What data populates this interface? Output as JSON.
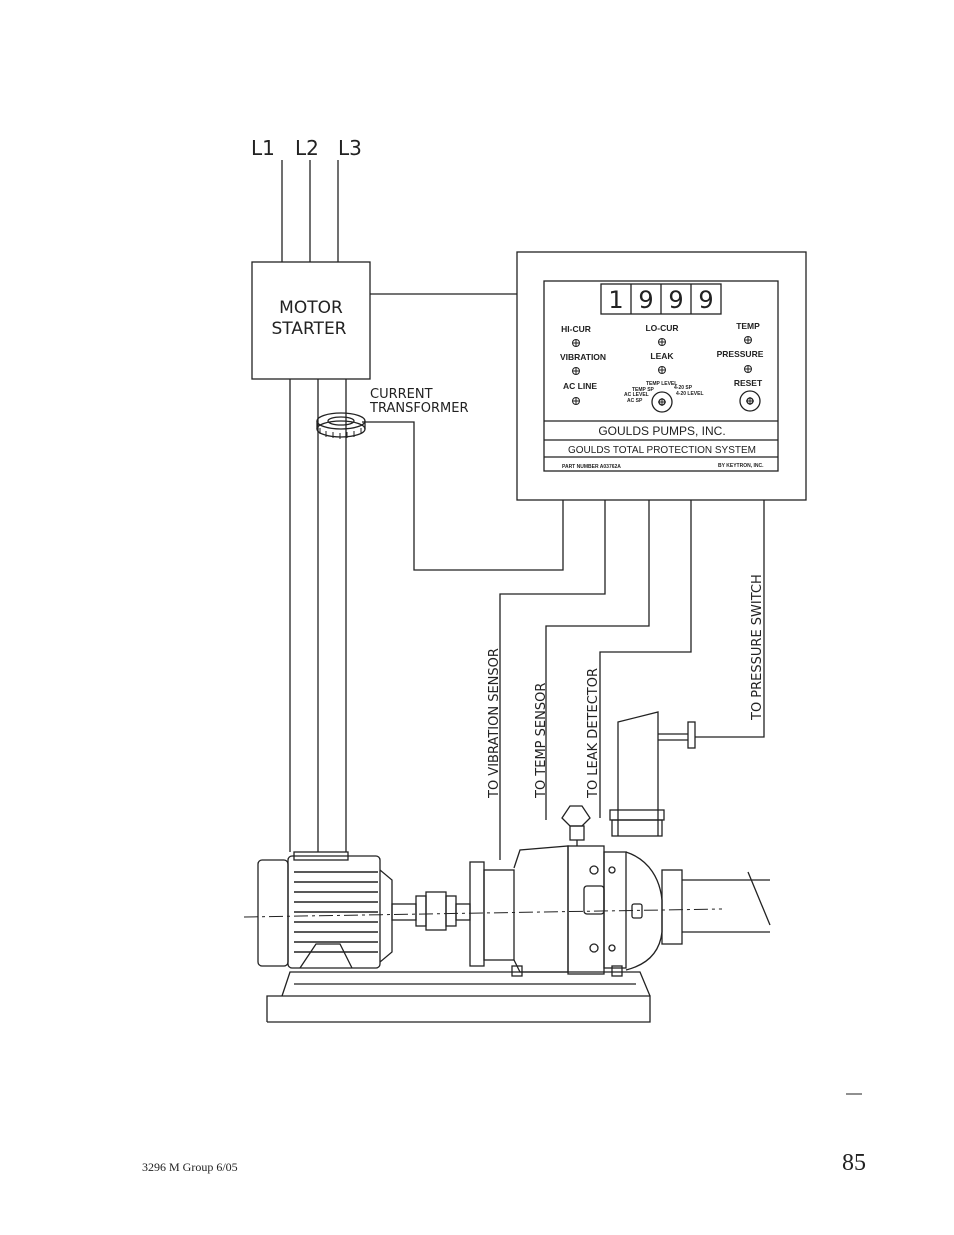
{
  "lines": {
    "l1": "L1",
    "l2": "L2",
    "l3": "L3"
  },
  "motor_starter": {
    "line1": "MOTOR",
    "line2": "STARTER"
  },
  "current_transformer": {
    "line1": "CURRENT",
    "line2": "TRANSFORMER"
  },
  "panel": {
    "display": [
      "1",
      "9",
      "9",
      "9"
    ],
    "indicators": {
      "hi_cur": "HI-CUR",
      "lo_cur": "LO-CUR",
      "temp": "TEMP",
      "vibration": "VIBRATION",
      "leak": "LEAK",
      "pressure": "PRESSURE",
      "ac_line": "AC LINE",
      "reset": "RESET"
    },
    "knob_labels": {
      "temp_sp": "TEMP SP",
      "temp_level": "TEMP LEVEL",
      "ac_level": "AC LEVEL",
      "ac_sp": "AC SP",
      "sp_4_20": "4-20 SP",
      "level_4_20": "4-20 LEVEL"
    },
    "company": "GOULDS PUMPS, INC.",
    "system": "GOULDS TOTAL PROTECTION SYSTEM",
    "part_number": "PART NUMBER A03762A",
    "maker": "BY KEYTRON, INC."
  },
  "wires": {
    "vibration": "TO VIBRATION SENSOR",
    "temp": "TO TEMP SENSOR",
    "leak": "TO LEAK DETECTOR",
    "pressure": "TO PRESSURE SWITCH"
  },
  "footer": {
    "doc": "3296 M Group 6/05",
    "page": "85"
  }
}
